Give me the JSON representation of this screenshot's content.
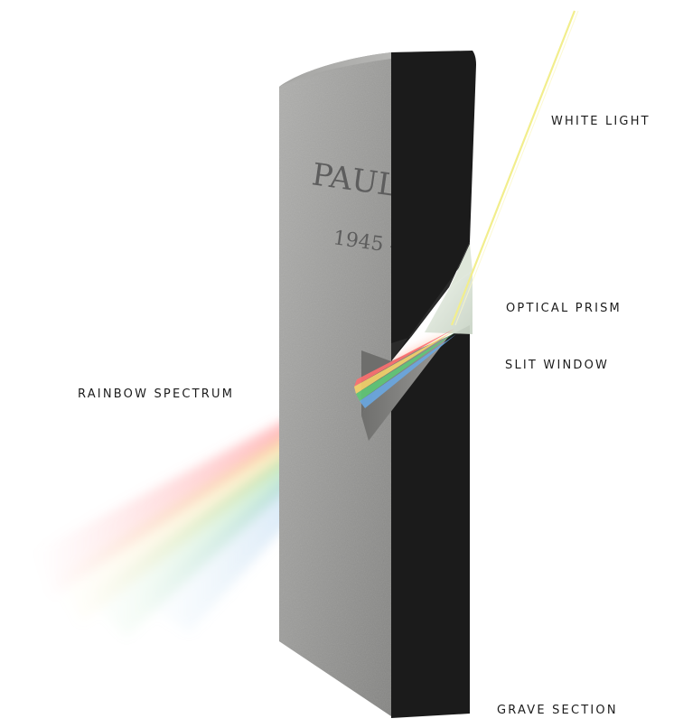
{
  "labels": {
    "white_light": "WHITE LIGHT",
    "optical_prism": "OPTICAL PRISM",
    "slit_window": "SLIT WINDOW",
    "rainbow_spectrum": "RAINBOW SPECTRUM",
    "grave_section": "GRAVE SECTION"
  },
  "engraving": {
    "name": "PAUL B",
    "years": "1945 -"
  },
  "colors": {
    "background": "#ffffff",
    "stone_face": "#9a9a9a",
    "stone_dark_section": "#1a1a1a",
    "light_ray": "#f4f08a"
  }
}
